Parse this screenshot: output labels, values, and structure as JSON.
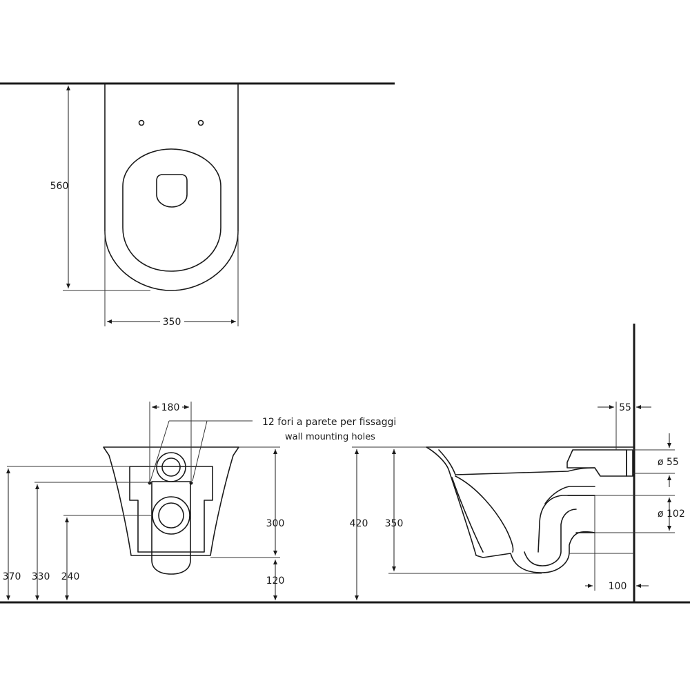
{
  "top_view": {
    "depth_label": "560",
    "width_label": "350"
  },
  "front_view": {
    "holes_spacing_label": "180",
    "note_it": "12 fori a parete per fissaggi",
    "note_en": "wall mounting holes",
    "height_300": "300",
    "height_120": "120",
    "height_370": "370",
    "height_330": "330",
    "height_240": "240"
  },
  "side_view": {
    "height_420": "420",
    "height_350": "350",
    "offset_55": "55",
    "diameter_55": "ø 55",
    "diameter_102": "ø 102",
    "offset_100": "100"
  }
}
